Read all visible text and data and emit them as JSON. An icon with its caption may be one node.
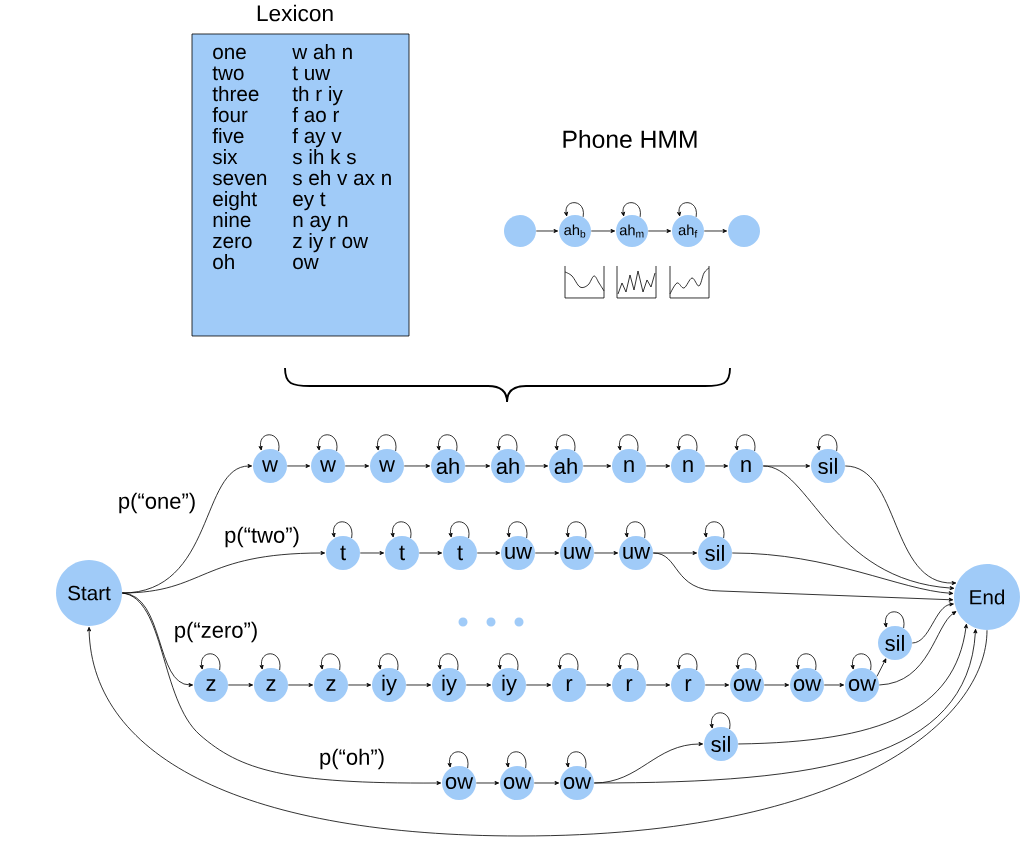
{
  "diagram": {
    "nodes": [
      {
        "text": [
          "Lexicon",
          "one",
          "w ah n",
          "two",
          "t uw",
          "three",
          "th r iy",
          "four",
          "f ao r",
          "five",
          "f ay v",
          "six",
          "s ih k s",
          "seven",
          "s eh v ax n",
          "eight",
          "ey t",
          "nine",
          "n ay n",
          "zero",
          "z iy r ow",
          "oh",
          "ow"
        ]
      },
      {
        "text": [],
        "shape": "circle"
      },
      {
        "text": [
          "ah$_{b}$"
        ]
      },
      {
        "text": [
          "ah$_{m}$"
        ]
      },
      {
        "text": [
          "ah$_{f}$"
        ]
      },
      {
        "text": [],
        "shape": "circle"
      },
      {
        "text": [
          "Start"
        ]
      },
      {
        "text": [
          "w"
        ]
      },
      {
        "text": [
          "w"
        ]
      },
      {
        "text": [
          "w"
        ]
      },
      {
        "text": [
          "ah"
        ]
      },
      {
        "text": [
          "ah"
        ]
      },
      {
        "text": [
          "ah"
        ]
      },
      {
        "text": [
          "n"
        ]
      },
      {
        "text": [
          "n"
        ]
      },
      {
        "text": [
          "n"
        ]
      },
      {
        "text": [
          "sil"
        ]
      },
      {
        "text": [
          "t"
        ]
      },
      {
        "text": [
          "t"
        ]
      },
      {
        "text": [
          "t"
        ]
      },
      {
        "text": [
          "uw"
        ]
      },
      {
        "text": [
          "uw"
        ]
      },
      {
        "text": [
          "uw"
        ]
      },
      {
        "text": [
          "sil"
        ]
      },
      {
        "text": [
          "End"
        ]
      },
      {
        "text": [
          "sil"
        ]
      },
      {
        "text": [
          "z"
        ]
      },
      {
        "text": [
          "z"
        ]
      },
      {
        "text": [
          "z"
        ]
      },
      {
        "text": [
          "iy"
        ]
      },
      {
        "text": [
          "iy"
        ]
      },
      {
        "text": [
          "iy"
        ]
      },
      {
        "text": [
          "r"
        ]
      },
      {
        "text": [
          "r"
        ]
      },
      {
        "text": [
          "r"
        ]
      },
      {
        "text": [
          "ow"
        ]
      },
      {
        "text": [
          "ow"
        ]
      },
      {
        "text": [
          "ow"
        ]
      },
      {
        "text": [
          "sil"
        ]
      },
      {
        "text": [
          "ow"
        ]
      },
      {
        "text": [
          "ow"
        ]
      },
      {
        "text": [
          "ow"
        ]
      }
    ],
    "edges": [
      {
        "from": 1,
        "to": 2,
        "arrow": "to"
      },
      {
        "from": 2,
        "to": 2,
        "arrow": "to"
      },
      {
        "from": 2,
        "to": 3,
        "arrow": "to"
      },
      {
        "from": 3,
        "to": 3,
        "arrow": "to"
      },
      {
        "from": 3,
        "to": 4,
        "arrow": "to"
      },
      {
        "from": 4,
        "to": 4,
        "arrow": "to"
      },
      {
        "from": 4,
        "to": 5,
        "arrow": "to"
      },
      {
        "from": 6,
        "to": 7,
        "arrow": "to",
        "label": "p(“one”)"
      },
      {
        "from": 6,
        "to": 17,
        "arrow": "to",
        "label": "p(“two”)"
      },
      {
        "from": 6,
        "to": 26,
        "arrow": "to",
        "label": "p(“zero”)"
      },
      {
        "from": 6,
        "to": 39,
        "arrow": "to",
        "label": "p(“oh”)"
      },
      {
        "from": 7,
        "to": 7,
        "arrow": "to"
      },
      {
        "from": 7,
        "to": 8,
        "arrow": "to"
      },
      {
        "from": 8,
        "to": 8,
        "arrow": "to"
      },
      {
        "from": 8,
        "to": 9,
        "arrow": "to"
      },
      {
        "from": 9,
        "to": 9,
        "arrow": "to"
      },
      {
        "from": 9,
        "to": 10,
        "arrow": "to"
      },
      {
        "from": 10,
        "to": 10,
        "arrow": "to"
      },
      {
        "from": 10,
        "to": 11,
        "arrow": "to"
      },
      {
        "from": 11,
        "to": 11,
        "arrow": "to"
      },
      {
        "from": 11,
        "to": 12,
        "arrow": "to"
      },
      {
        "from": 12,
        "to": 12,
        "arrow": "to"
      },
      {
        "from": 12,
        "to": 13,
        "arrow": "to"
      },
      {
        "from": 13,
        "to": 13,
        "arrow": "to"
      },
      {
        "from": 13,
        "to": 14,
        "arrow": "to"
      },
      {
        "from": 14,
        "to": 14,
        "arrow": "to"
      },
      {
        "from": 14,
        "to": 15,
        "arrow": "to"
      },
      {
        "from": 15,
        "to": 15,
        "arrow": "to"
      },
      {
        "from": 15,
        "to": 16,
        "arrow": "to"
      },
      {
        "from": 16,
        "to": 16,
        "arrow": "to"
      },
      {
        "from": 15,
        "to": 24,
        "arrow": "to"
      },
      {
        "from": 16,
        "to": 24,
        "arrow": "to"
      },
      {
        "from": 17,
        "to": 17,
        "arrow": "to"
      },
      {
        "from": 17,
        "to": 18,
        "arrow": "to"
      },
      {
        "from": 18,
        "to": 18,
        "arrow": "to"
      },
      {
        "from": 18,
        "to": 19,
        "arrow": "to"
      },
      {
        "from": 19,
        "to": 19,
        "arrow": "to"
      },
      {
        "from": 19,
        "to": 20,
        "arrow": "to"
      },
      {
        "from": 20,
        "to": 20,
        "arrow": "to"
      },
      {
        "from": 20,
        "to": 21,
        "arrow": "to"
      },
      {
        "from": 21,
        "to": 21,
        "arrow": "to"
      },
      {
        "from": 21,
        "to": 22,
        "arrow": "to"
      },
      {
        "from": 22,
        "to": 22,
        "arrow": "to"
      },
      {
        "from": 22,
        "to": 23,
        "arrow": "to"
      },
      {
        "from": 23,
        "to": 23,
        "arrow": "to"
      },
      {
        "from": 22,
        "to": 24,
        "arrow": "to"
      },
      {
        "from": 23,
        "to": 24,
        "arrow": "to"
      },
      {
        "from": 26,
        "to": 26,
        "arrow": "to"
      },
      {
        "from": 26,
        "to": 27,
        "arrow": "to"
      },
      {
        "from": 27,
        "to": 27,
        "arrow": "to"
      },
      {
        "from": 27,
        "to": 28,
        "arrow": "to"
      },
      {
        "from": 28,
        "to": 28,
        "arrow": "to"
      },
      {
        "from": 28,
        "to": 29,
        "arrow": "to"
      },
      {
        "from": 29,
        "to": 29,
        "arrow": "to"
      },
      {
        "from": 29,
        "to": 30,
        "arrow": "to"
      },
      {
        "from": 30,
        "to": 30,
        "arrow": "to"
      },
      {
        "from": 30,
        "to": 31,
        "arrow": "to"
      },
      {
        "from": 31,
        "to": 31,
        "arrow": "to"
      },
      {
        "from": 31,
        "to": 32,
        "arrow": "to"
      },
      {
        "from": 32,
        "to": 32,
        "arrow": "to"
      },
      {
        "from": 32,
        "to": 33,
        "arrow": "to"
      },
      {
        "from": 33,
        "to": 33,
        "arrow": "to"
      },
      {
        "from": 33,
        "to": 34,
        "arrow": "to"
      },
      {
        "from": 34,
        "to": 34,
        "arrow": "to"
      },
      {
        "from": 34,
        "to": 35,
        "arrow": "to"
      },
      {
        "from": 35,
        "to": 35,
        "arrow": "to"
      },
      {
        "from": 35,
        "to": 36,
        "arrow": "to"
      },
      {
        "from": 36,
        "to": 36,
        "arrow": "to"
      },
      {
        "from": 36,
        "to": 37,
        "arrow": "to"
      },
      {
        "from": 37,
        "to": 37,
        "arrow": "to"
      },
      {
        "from": 37,
        "to": 25,
        "arrow": "to"
      },
      {
        "from": 25,
        "to": 25,
        "arrow": "to"
      },
      {
        "from": 25,
        "to": 24,
        "arrow": "to"
      },
      {
        "from": 37,
        "to": 24,
        "arrow": "to"
      },
      {
        "from": 39,
        "to": 39,
        "arrow": "to"
      },
      {
        "from": 39,
        "to": 40,
        "arrow": "to"
      },
      {
        "from": 40,
        "to": 40,
        "arrow": "to"
      },
      {
        "from": 40,
        "to": 41,
        "arrow": "to"
      },
      {
        "from": 41,
        "to": 41,
        "arrow": "to"
      },
      {
        "from": 41,
        "to": 38,
        "arrow": "to"
      },
      {
        "from": 38,
        "to": 38,
        "arrow": "to"
      },
      {
        "from": 38,
        "to": 24,
        "arrow": "to"
      },
      {
        "from": 41,
        "to": 24,
        "arrow": "to"
      },
      {
        "from": 24,
        "to": 6,
        "arrow": "to"
      }
    ],
    "labels": [
      "Phone HMM"
    ]
  }
}
